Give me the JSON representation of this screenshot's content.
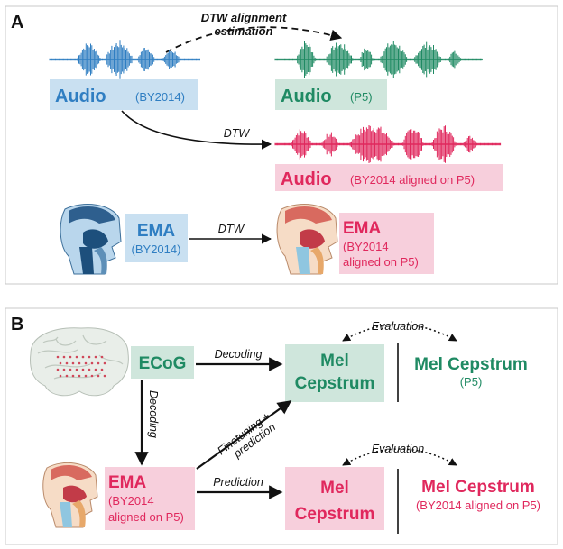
{
  "colors": {
    "blue": "#2f7ec2",
    "blue_box": "#c9e0f1",
    "green": "#1f8a63",
    "green_box": "#cfe6dc",
    "red": "#e0285d",
    "red_box": "#f7cfdc",
    "brain": "#e9eee9"
  },
  "panel_a": {
    "label": "A",
    "dtw_est_line1": "DTW alignment",
    "dtw_est_line2": "estimation",
    "audio_src": {
      "title": "Audio",
      "sub": "(BY2014)"
    },
    "audio_tgt": {
      "title": "Audio",
      "sub": "(P5)"
    },
    "dtw_audio_label": "DTW",
    "audio_aligned": {
      "title": "Audio",
      "sub": "(BY2014 aligned on P5)"
    },
    "ema_src": {
      "title": "EMA",
      "sub": "(BY2014)"
    },
    "dtw_ema_label": "DTW",
    "ema_aligned": {
      "title": "EMA",
      "sub1": "(BY2014",
      "sub2": "aligned on P5)"
    },
    "icons": [
      "vocal-tract-icon",
      "audio-waveform-icon"
    ]
  },
  "panel_b": {
    "label": "B",
    "ecog": "ECoG",
    "decoding_h": "Decoding",
    "decoding_v": "Decoding",
    "finetune1": "Finetuning +",
    "finetune2": "prediction",
    "prediction": "Prediction",
    "mel_top1": "Mel",
    "mel_top2": "Cepstrum",
    "mel_bottom1": "Mel",
    "mel_bottom2": "Cepstrum",
    "ema": {
      "title": "EMA",
      "sub1": "(BY2014",
      "sub2": "aligned on P5)"
    },
    "eval_top": "Evaluation",
    "eval_bottom": "Evaluation",
    "ref_top": {
      "title": "Mel Cepstrum",
      "sub": "(P5)"
    },
    "ref_bottom": {
      "title": "Mel Cepstrum",
      "sub": "(BY2014 aligned on P5)"
    },
    "icons": [
      "brain-icon",
      "vocal-tract-icon"
    ]
  }
}
